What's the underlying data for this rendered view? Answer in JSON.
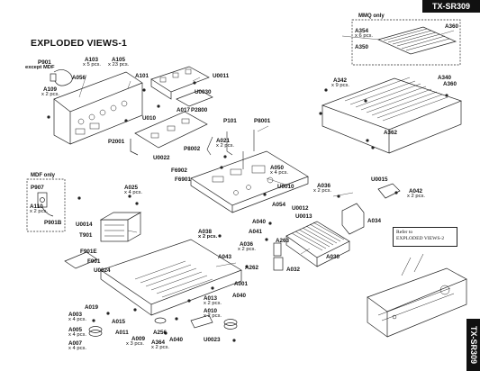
{
  "header": {
    "model": "TX-SR309",
    "title": "EXPLODED VIEWS-1"
  },
  "notes": {
    "mmq": "MMQ only",
    "mdf": "MDF only"
  },
  "reference": {
    "line1": "Refer to",
    "line2": "EXPLODED VIEWS-2"
  },
  "labels": {
    "A103": "A103",
    "A103q": "x 5 pcs.",
    "A105": "A105",
    "A105q": "x 23 pcs.",
    "P901": "P901",
    "P901s": "except MDF",
    "A056": "A056",
    "A101": "A101",
    "U0011": "U0011",
    "A109": "A109",
    "A109q": "x 2 pcs.",
    "U0030": "U0030",
    "A017": "A017",
    "P2800": "P2800",
    "U010": "U010",
    "P101": "P101",
    "P8001": "P8001",
    "P2001": "P2001",
    "A021": "A021",
    "A021q": "x 2 pcs.",
    "P8002": "P8002",
    "U0022": "U0022",
    "A354": "A354",
    "A354q": "x 6 pcs.",
    "A360a": "A360",
    "A350": "A350",
    "A342": "A342",
    "A342q": "x 9 pcs.",
    "A340": "A340",
    "A360b": "A360",
    "A362": "A362",
    "F6902": "F6902",
    "F6901": "F6901",
    "A050": "A050",
    "A050q": "x 4 pcs.",
    "U0010": "U0010",
    "A036a": "A036",
    "A036aq": "x 2 pcs.",
    "U0015": "U0015",
    "A042": "A042",
    "A042q": "x 2 pcs.",
    "P907": "P907",
    "A025": "A025",
    "A025q": "x 4 pcs.",
    "A110": "A110",
    "A110q": "x 2 pcs.",
    "P901B": "P901B",
    "U0014": "U0014",
    "A054": "A054",
    "U0012": "U0012",
    "U0013": "U0013",
    "A034": "A034",
    "A040a": "A040",
    "A041": "A041",
    "T901": "T901",
    "A038": "A038",
    "A038q": "x 2 pcs.",
    "A036b": "A036",
    "A036bq": "x 2 pcs.",
    "A263": "A263",
    "F901E": "F901E",
    "F901": "F901",
    "A043": "A043",
    "A262": "A262",
    "A032": "A032",
    "A030": "A030",
    "U0024": "U0024",
    "A001": "A001",
    "A040b": "A040",
    "A013": "A013",
    "A013q": "x 2 pcs.",
    "A010": "A010",
    "A010q": "x 2 pcs.",
    "A019": "A019",
    "A003": "A003",
    "A003q": "x 4 pcs.",
    "A015": "A015",
    "A005": "A005",
    "A005q": "x 4 pcs.",
    "A011": "A011",
    "A256": "A256",
    "A009": "A009",
    "A009q": "x 3 pcs.",
    "A364": "A364",
    "A364q": "x 2 pcs.",
    "A040c": "A040",
    "U0023": "U0023",
    "A007": "A007",
    "A007q": "x 4 pcs."
  }
}
